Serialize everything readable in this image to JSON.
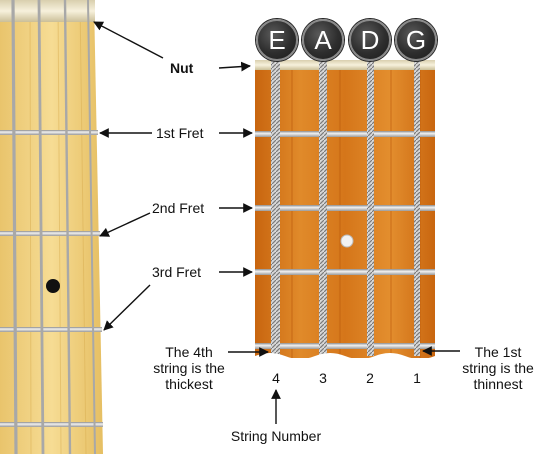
{
  "labels": {
    "nut": "Nut",
    "fret1": "1st Fret",
    "fret2": "2nd Fret",
    "fret3": "3rd Fret",
    "thick_line1": "The 4th",
    "thick_line2": "string is the",
    "thick_line3": "thickest",
    "thin_line1": "The 1st",
    "thin_line2": "string is the",
    "thin_line3": "thinnest",
    "string_number": "String Number"
  },
  "string_notes": [
    "E",
    "A",
    "D",
    "G"
  ],
  "string_numbers": [
    "4",
    "3",
    "2",
    "1"
  ],
  "colors": {
    "fingerboard_light": "#f0cf7e",
    "fingerboard_rosewood": "#d9781c",
    "fret": "#d8d8d8",
    "nut": "#efe6c8",
    "string": "#bcbcbc",
    "badge": "#2e2e2e"
  }
}
